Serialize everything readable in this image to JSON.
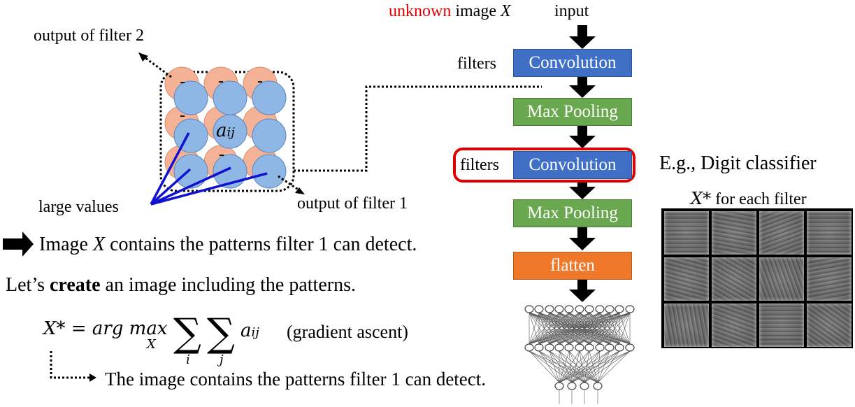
{
  "labels": {
    "output_filter2": "output of filter 2",
    "output_filter1": "output of filter 1",
    "large_values": "large values",
    "unknown_word": "unknown",
    "image_word": "image",
    "x_symbol": "X",
    "input": "input",
    "filters": "filters",
    "aij": "a",
    "aij_sub": "ij",
    "minus": "-"
  },
  "pipeline": [
    {
      "id": "conv1",
      "label": "Convolution",
      "kind": "conv"
    },
    {
      "id": "pool1",
      "label": "Max Pooling",
      "kind": "pool"
    },
    {
      "id": "conv2",
      "label": "Convolution",
      "kind": "conv",
      "highlighted": true
    },
    {
      "id": "pool2",
      "label": "Max Pooling",
      "kind": "pool"
    },
    {
      "id": "flatten",
      "label": "flatten",
      "kind": "flatten"
    }
  ],
  "text": {
    "contains_prefix": "Image",
    "contains_x": "X",
    "contains_suffix": "contains the patterns filter 1 can detect.",
    "create_prefix": "Let’s",
    "create_bold": "create",
    "create_suffix": "an image including the patterns.",
    "formula_lhs": "X* = arg max",
    "formula_under_max": "X",
    "formula_sum_i": "i",
    "formula_sum_j": "j",
    "formula_term": "a",
    "formula_term_sub": "ij",
    "formula_note": "(gradient ascent)",
    "conclusion": "The image contains the patterns filter 1 can detect."
  },
  "right_panel": {
    "title": "E.g., Digit classifier",
    "subtitle_x": "X*",
    "subtitle_rest": "for each filter",
    "tile_count": 12
  },
  "colors": {
    "conv": "#3f70c6",
    "pool": "#6aa84f",
    "flatten": "#f0782a",
    "highlight": "#e00000",
    "blue_circle": "#8fb7e6",
    "orange_circle": "#f4b296",
    "pointer_line": "#1010d0"
  }
}
